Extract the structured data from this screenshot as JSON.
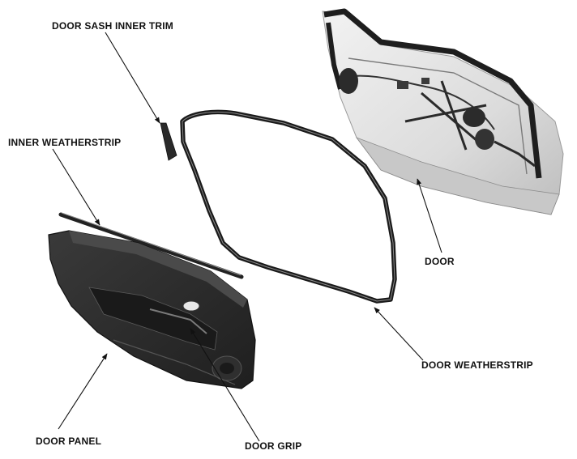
{
  "colors": {
    "ink": "#111111",
    "panel_dark": "#2b2b2b",
    "panel_mid": "#4a4a4a",
    "door_frame": "#1e1e1e",
    "door_glass": "#e6e6e6",
    "seal": "#1a1a1a"
  },
  "labels": {
    "door_sash_inner_trim": "DOOR SASH INNER TRIM",
    "inner_weatherstrip": "INNER WEATHERSTRIP",
    "door": "DOOR",
    "door_weatherstrip": "DOOR WEATHERSTRIP",
    "door_panel": "DOOR PANEL",
    "door_grip": "DOOR GRIP"
  }
}
